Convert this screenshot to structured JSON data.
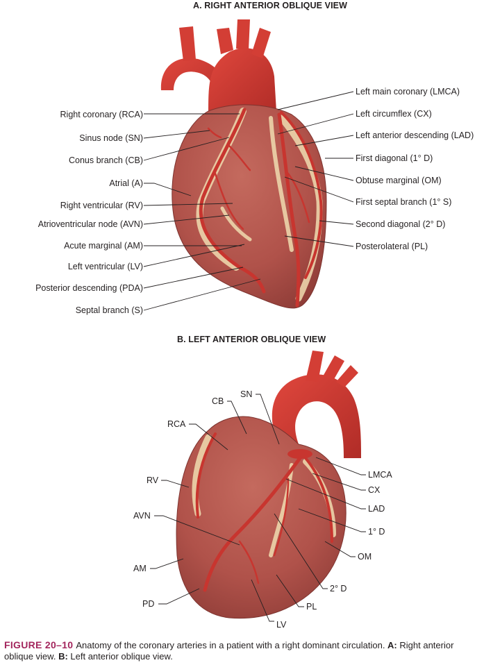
{
  "view_a": {
    "title": "A. RIGHT ANTERIOR OBLIQUE VIEW",
    "left_labels": [
      "Right coronary (RCA)",
      "Sinus node (SN)",
      "Conus branch (CB)",
      "Atrial (A)",
      "Right ventricular (RV)",
      "Atrioventricular node (AVN)",
      "Acute marginal (AM)",
      "Left ventricular (LV)",
      "Posterior descending (PDA)",
      "Septal branch (S)"
    ],
    "right_labels": [
      "Left main coronary (LMCA)",
      "Left circumflex (CX)",
      "Left anterior descending (LAD)",
      "First diagonal (1° D)",
      "Obtuse marginal (OM)",
      "First septal branch (1° S)",
      "Second diagonal (2° D)",
      "Posterolateral (PL)"
    ]
  },
  "view_b": {
    "title": "B. LEFT ANTERIOR OBLIQUE VIEW",
    "labels": {
      "sn": "SN",
      "cb": "CB",
      "rca": "RCA",
      "rv": "RV",
      "avn": "AVN",
      "am": "AM",
      "pd": "PD",
      "lv": "LV",
      "pl": "PL",
      "d2": "2° D",
      "om": "OM",
      "d1": "1° D",
      "lad": "LAD",
      "cx": "CX",
      "lmca": "LMCA"
    }
  },
  "caption": {
    "figure_number": "FIGURE 20–10",
    "text_1": "Anatomy of the coronary arteries in a patient with a right dominant circulation. ",
    "a_label": "A:",
    "text_2": " Right anterior oblique view. ",
    "b_label": "B:",
    "text_3": " Left anterior oblique view."
  },
  "colors": {
    "myocardium": "#b5554a",
    "artery": "#c8352f",
    "fat": "#f0dcb0",
    "accent": "#a3265d"
  }
}
